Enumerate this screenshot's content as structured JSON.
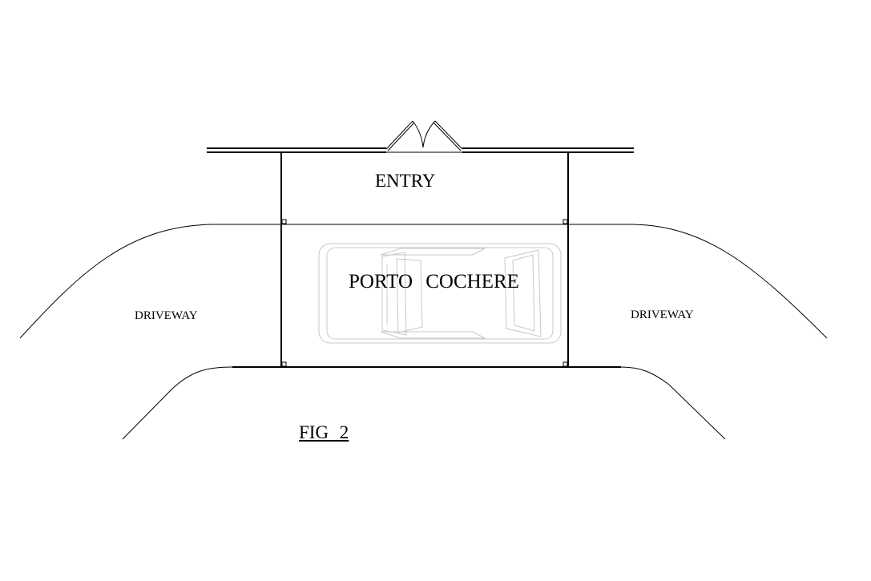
{
  "labels": {
    "entry": "ENTRY",
    "porte_cochere": "PORTO COCHERE",
    "driveway_left": "DRIVEWAY",
    "driveway_right": "DRIVEWAY",
    "figure": "FIG 2"
  },
  "colors": {
    "line": "#000000",
    "car": "#c8c8c8"
  }
}
